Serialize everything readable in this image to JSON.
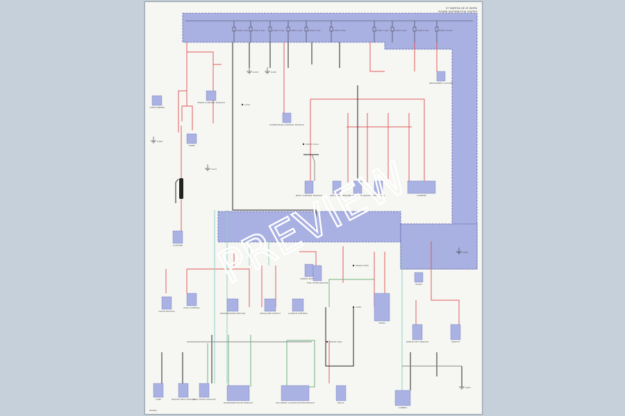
{
  "header": {
    "title_line_1": "ST MARTHA DE AT WORK",
    "title_line_2": "POWER DISTRIBUTION CENTER"
  },
  "footer": {
    "page_code": "W5960"
  },
  "watermark": {
    "text": "PREVIEW"
  },
  "colors": {
    "background": "#c5d0da",
    "sheet": "#f6f7f3",
    "bus_fill": "#a9b0e2",
    "bus_border": "#5d63a8",
    "wire_red": "#e05858",
    "wire_black": "#222222",
    "wire_green": "#6fb07a",
    "wire_teal": "#8fd0c6",
    "wire_gray": "#888888",
    "component_fill": "#aab2e3"
  },
  "top_fuses": [
    {
      "label": "FUSE 1 10A"
    },
    {
      "label": "FUSE 2 10A"
    },
    {
      "label": "FUSE 3 10A"
    },
    {
      "label": "FUSE 4 10A"
    },
    {
      "label": "FUSE 5 10A"
    },
    {
      "label": "FUSE 6 30A"
    },
    {
      "label": "FUSE 7 10A"
    },
    {
      "label": "FUSE 8 10A"
    },
    {
      "label": "FUSE 9 10A"
    },
    {
      "label": "FUSE 10 10A"
    }
  ],
  "components": [
    {
      "label": "AIRBAG MODULE"
    },
    {
      "label": "RADIO"
    },
    {
      "label": "INSTRUMENT CLUSTER"
    },
    {
      "label": "POWERTRAIN CONTROL MODULE"
    },
    {
      "label": "BODY CONTROL MODULE"
    },
    {
      "label": "ABS MODULE"
    },
    {
      "label": "ENGINE CONTROL MODULE"
    },
    {
      "label": "GENERATOR"
    },
    {
      "label": "STARTER"
    },
    {
      "label": "LAMP DIMMER"
    },
    {
      "label": "HORN"
    },
    {
      "label": "FRONT CONTROL MODULE"
    },
    {
      "label": "CLUSTER"
    },
    {
      "label": "DOOR MODULE"
    },
    {
      "label": "HVAC CONTROL"
    },
    {
      "label": "TRANSMISSION MODULE"
    },
    {
      "label": "HEADLAMP SWITCH"
    },
    {
      "label": "CLIMATE CONTROL"
    },
    {
      "label": "FUEL PUMP MODULE"
    },
    {
      "label": "SIREN"
    },
    {
      "label": "SENTRY KEY MODULE"
    },
    {
      "label": "SWITCH"
    },
    {
      "label": "LAMP"
    },
    {
      "label": "HEATED SEAT MODULE"
    },
    {
      "label": "PARK ASSIST MODULE"
    },
    {
      "label": "PASSENGER DOOR MODULE"
    },
    {
      "label": "OCCUPANT CLASSIFICATION MODULE"
    },
    {
      "label": "RELAY"
    },
    {
      "label": "CAMERA"
    }
  ],
  "grounds": [
    {
      "label": "G100"
    },
    {
      "label": "G101"
    },
    {
      "label": "G102"
    },
    {
      "label": "G200"
    },
    {
      "label": "G300"
    },
    {
      "label": "G301"
    }
  ],
  "notes": [
    {
      "label": "SPLICE S112"
    },
    {
      "label": "SPLICE S201"
    },
    {
      "label": "SPLICE S305"
    },
    {
      "label": "C100"
    },
    {
      "label": "C200"
    }
  ]
}
